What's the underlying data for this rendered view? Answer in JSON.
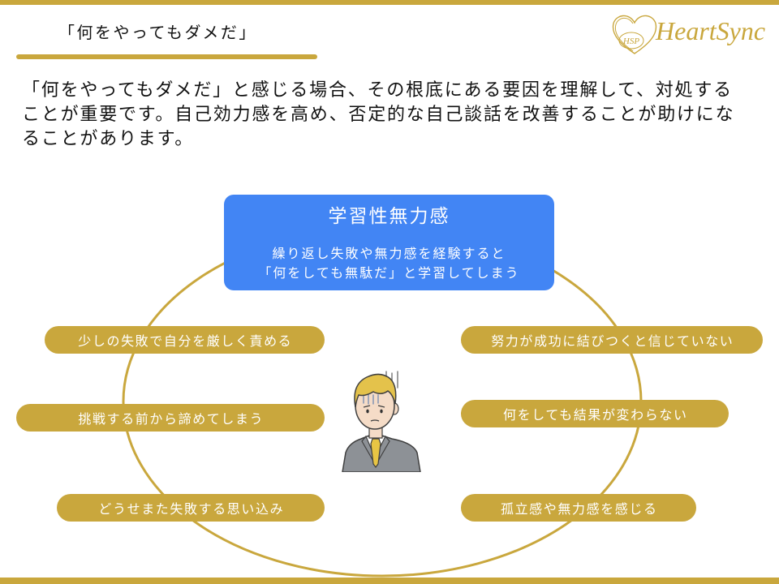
{
  "slide": {
    "title": "「何をやってもダメだ」",
    "logo": {
      "mark": "HSP",
      "name": "HeartSync"
    },
    "body_lines": [
      "「何をやってもダメだ」と感じる場合、その根底にある要因を理解して、対処する",
      "ことが重要です。自己効力感を高め、否定的な自己談話を改善することが助けにな",
      "ることがあります。"
    ],
    "center_box": {
      "title": "学習性無力感",
      "lines": [
        "繰り返し失敗や無力感を経験すると",
        "「何をしても無駄だ」と学習してしまう"
      ]
    },
    "left_items": [
      "少しの失敗で自分を厳しく責める",
      "挑戦する前から諦めてしまう",
      "どうせまた失敗する思い込み"
    ],
    "right_items": [
      "努力が成功に結びつくと信じていない",
      "何をしても結果が変わらない",
      "孤立感や無力感を感じる"
    ]
  },
  "colors": {
    "gold": "#c9a73d",
    "blue": "#4285f4",
    "text": "#111111",
    "pill_text": "#ffffff"
  },
  "icons": {
    "logo": "heart-outline-icon",
    "illustration": "depressed-businessman-icon"
  }
}
